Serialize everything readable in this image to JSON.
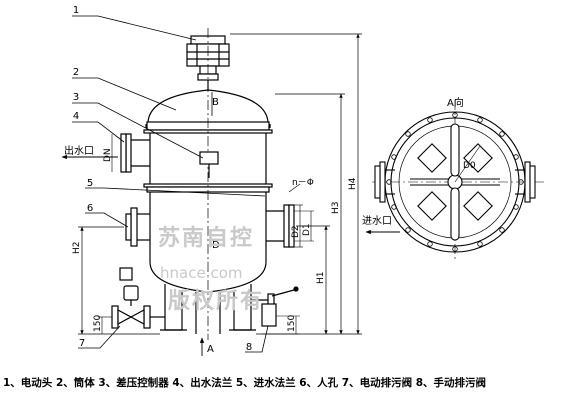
{
  "callouts": [
    "1",
    "2",
    "3",
    "4",
    "5",
    "6",
    "7",
    "8"
  ],
  "labels": {
    "outlet_port": "出水口",
    "inlet_port": "进水口",
    "point_b": "B",
    "point_d": "D",
    "direction_a": "A",
    "view_a": "A向",
    "nozzle_dn": "DN",
    "bolt_holes": "n－Φ",
    "bolt_circle": "D0",
    "d1": "D1",
    "d2": "D2",
    "h1": "H1",
    "h2": "H2",
    "h3": "H3",
    "h4": "H4",
    "dim_150_left": "150",
    "dim_150_right": "150"
  },
  "legend": "1、电动头 2、筒体 3、差压控制器 4、出水法兰 5、进水法兰 6、人孔 7、电动排污阀 8、手动排污阀",
  "watermark": {
    "line1": "苏南自控",
    "line2": "hnace.com",
    "line3": "版权所有"
  }
}
